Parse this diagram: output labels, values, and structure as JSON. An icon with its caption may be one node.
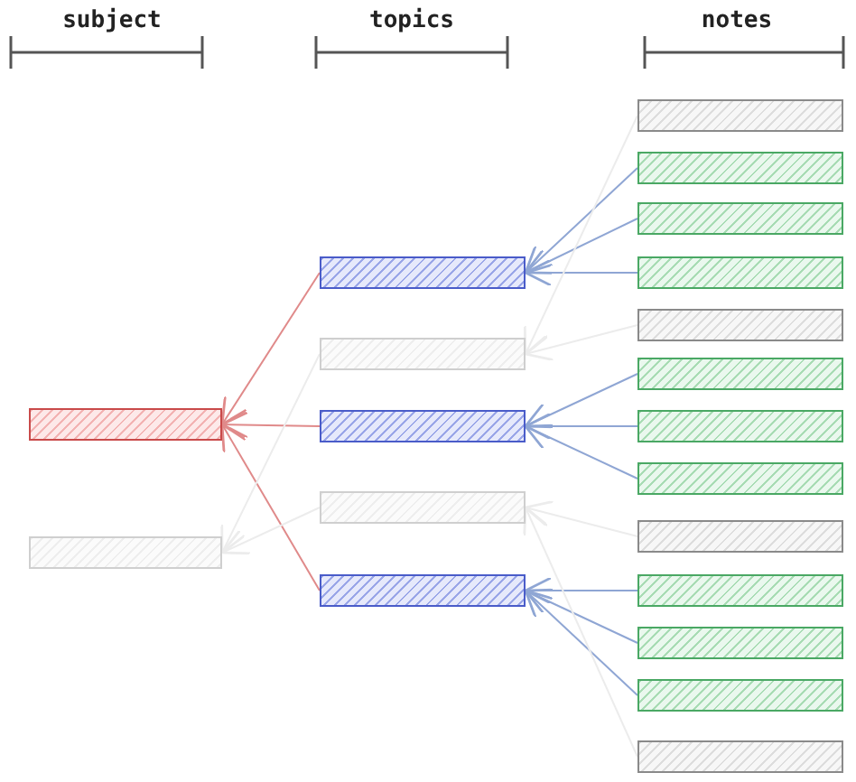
{
  "diagram": {
    "nodes": [
      {
        "text": [],
        "shape": "box"
      },
      {
        "text": [],
        "shape": "box"
      },
      {
        "text": [],
        "shape": "box"
      },
      {
        "text": [],
        "shape": "box"
      },
      {
        "text": [],
        "shape": "box"
      },
      {
        "text": [],
        "shape": "box"
      },
      {
        "text": [],
        "shape": "box"
      },
      {
        "text": [],
        "shape": "box"
      },
      {
        "text": [],
        "shape": "box"
      },
      {
        "text": [],
        "shape": "box"
      },
      {
        "text": [],
        "shape": "box"
      },
      {
        "text": [],
        "shape": "box"
      },
      {
        "text": [],
        "shape": "box"
      },
      {
        "text": [],
        "shape": "box"
      },
      {
        "text": [],
        "shape": "box"
      },
      {
        "text": [],
        "shape": "box"
      },
      {
        "text": [],
        "shape": "box"
      },
      {
        "text": [],
        "shape": "box"
      },
      {
        "text": [],
        "shape": "box"
      },
      {
        "text": [],
        "shape": "box"
      }
    ],
    "edges": [
      {
        "from": 8,
        "to": 2,
        "arrow": "to"
      },
      {
        "from": 9,
        "to": 2,
        "arrow": "to"
      },
      {
        "from": 10,
        "to": 2,
        "arrow": "to"
      },
      {
        "from": 12,
        "to": 4,
        "arrow": "to"
      },
      {
        "from": 13,
        "to": 4,
        "arrow": "to"
      },
      {
        "from": 14,
        "to": 4,
        "arrow": "to"
      },
      {
        "from": 16,
        "to": 6,
        "arrow": "to"
      },
      {
        "from": 17,
        "to": 6,
        "arrow": "to"
      },
      {
        "from": 18,
        "to": 6,
        "arrow": "to"
      },
      {
        "from": 2,
        "to": 0,
        "arrow": "to",
        "color": "#e08a8a"
      },
      {
        "from": 4,
        "to": 0,
        "arrow": "to",
        "color": "#e08a8a"
      },
      {
        "from": 6,
        "to": 0,
        "arrow": "to",
        "color": "#e08a8a"
      },
      {
        "from": 7,
        "to": 3,
        "arrow": "to",
        "color": "#ececec"
      },
      {
        "from": 11,
        "to": 3,
        "arrow": "to",
        "color": "#ececec"
      },
      {
        "from": 15,
        "to": 5,
        "arrow": "to",
        "color": "#ececec"
      },
      {
        "from": 19,
        "to": 5,
        "arrow": "to",
        "color": "#ececec"
      },
      {
        "from": 3,
        "to": 1,
        "arrow": "to",
        "color": "#ececec"
      },
      {
        "from": 5,
        "to": 1,
        "arrow": "to",
        "color": "#ececec"
      }
    ],
    "labels": [
      "subject",
      "topics",
      "notes"
    ]
  }
}
